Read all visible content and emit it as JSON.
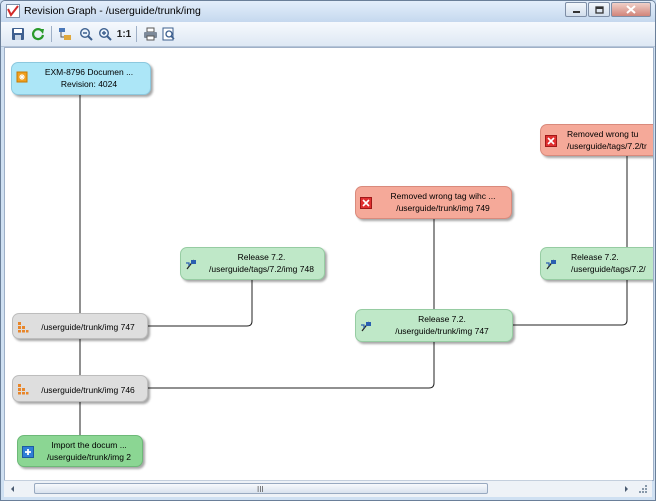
{
  "window": {
    "title": "Revision Graph - /userguide/trunk/img"
  },
  "toolbar": {
    "zoom_original_label": "1:1",
    "icons": [
      "save-icon",
      "refresh-icon",
      "tree-view-icon",
      "zoom-out-icon",
      "zoom-in-icon",
      "print-icon",
      "preview-icon"
    ]
  },
  "colors": {
    "origin": "#ace6f7",
    "deleted": "#f5a999",
    "tag": "#bfe8c8",
    "modified": "#dedede",
    "added": "#8bd693"
  },
  "graph": {
    "nodes": [
      {
        "id": "n4024",
        "line1": "EXM-8796 Documen ...",
        "line2": "Revision: 4024",
        "kind": "origin"
      },
      {
        "id": "n749",
        "line1": "Removed wrong tag wihc ...",
        "line2": "/userguide/trunk/img 749",
        "kind": "deleted"
      },
      {
        "id": "nRemovedRight",
        "line1": "Removed wrong tu",
        "line2": "/userguide/tags/7.2/tr",
        "kind": "deleted"
      },
      {
        "id": "n748",
        "line1": "Release 7.2.",
        "line2": "/userguide/tags/7.2/img 748",
        "kind": "tag"
      },
      {
        "id": "nTagRight",
        "line1": "Release 7.2.",
        "line2": "/userguide/tags/7.2/",
        "kind": "tag"
      },
      {
        "id": "n747",
        "line1": "/userguide/trunk/img 747",
        "line2": "",
        "kind": "modified"
      },
      {
        "id": "n747tag",
        "line1": "Release 7.2.",
        "line2": "/userguide/trunk/img 747",
        "kind": "tag"
      },
      {
        "id": "n746",
        "line1": "/userguide/trunk/img 746",
        "line2": "",
        "kind": "modified"
      },
      {
        "id": "n2",
        "line1": "Import the docum ...",
        "line2": "/userguide/trunk/img 2",
        "kind": "added"
      }
    ]
  },
  "scrollbar": {
    "grip": "III"
  }
}
